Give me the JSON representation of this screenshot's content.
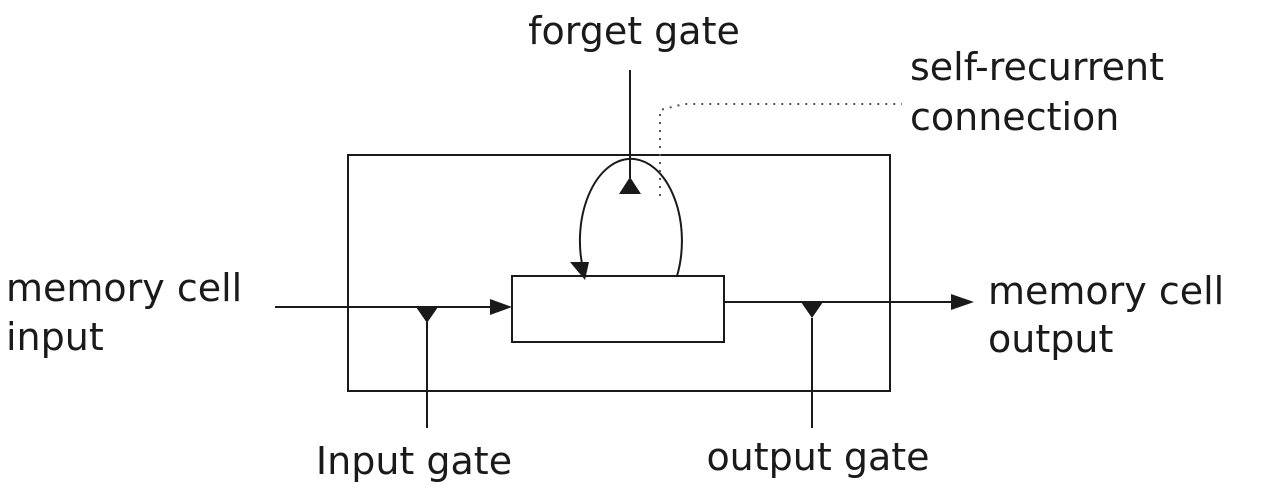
{
  "labels": {
    "forget_gate": "forget gate",
    "self_recurrent_line1": "self-recurrent",
    "self_recurrent_line2": "connection",
    "input_line1": "memory cell",
    "input_line2": "input",
    "output_line1": "memory cell",
    "output_line2": "output",
    "input_gate": "Input gate",
    "output_gate": "output gate"
  },
  "colors": {
    "line": "#1a1a1a",
    "dotted": "#555555",
    "background": "#ffffff"
  }
}
